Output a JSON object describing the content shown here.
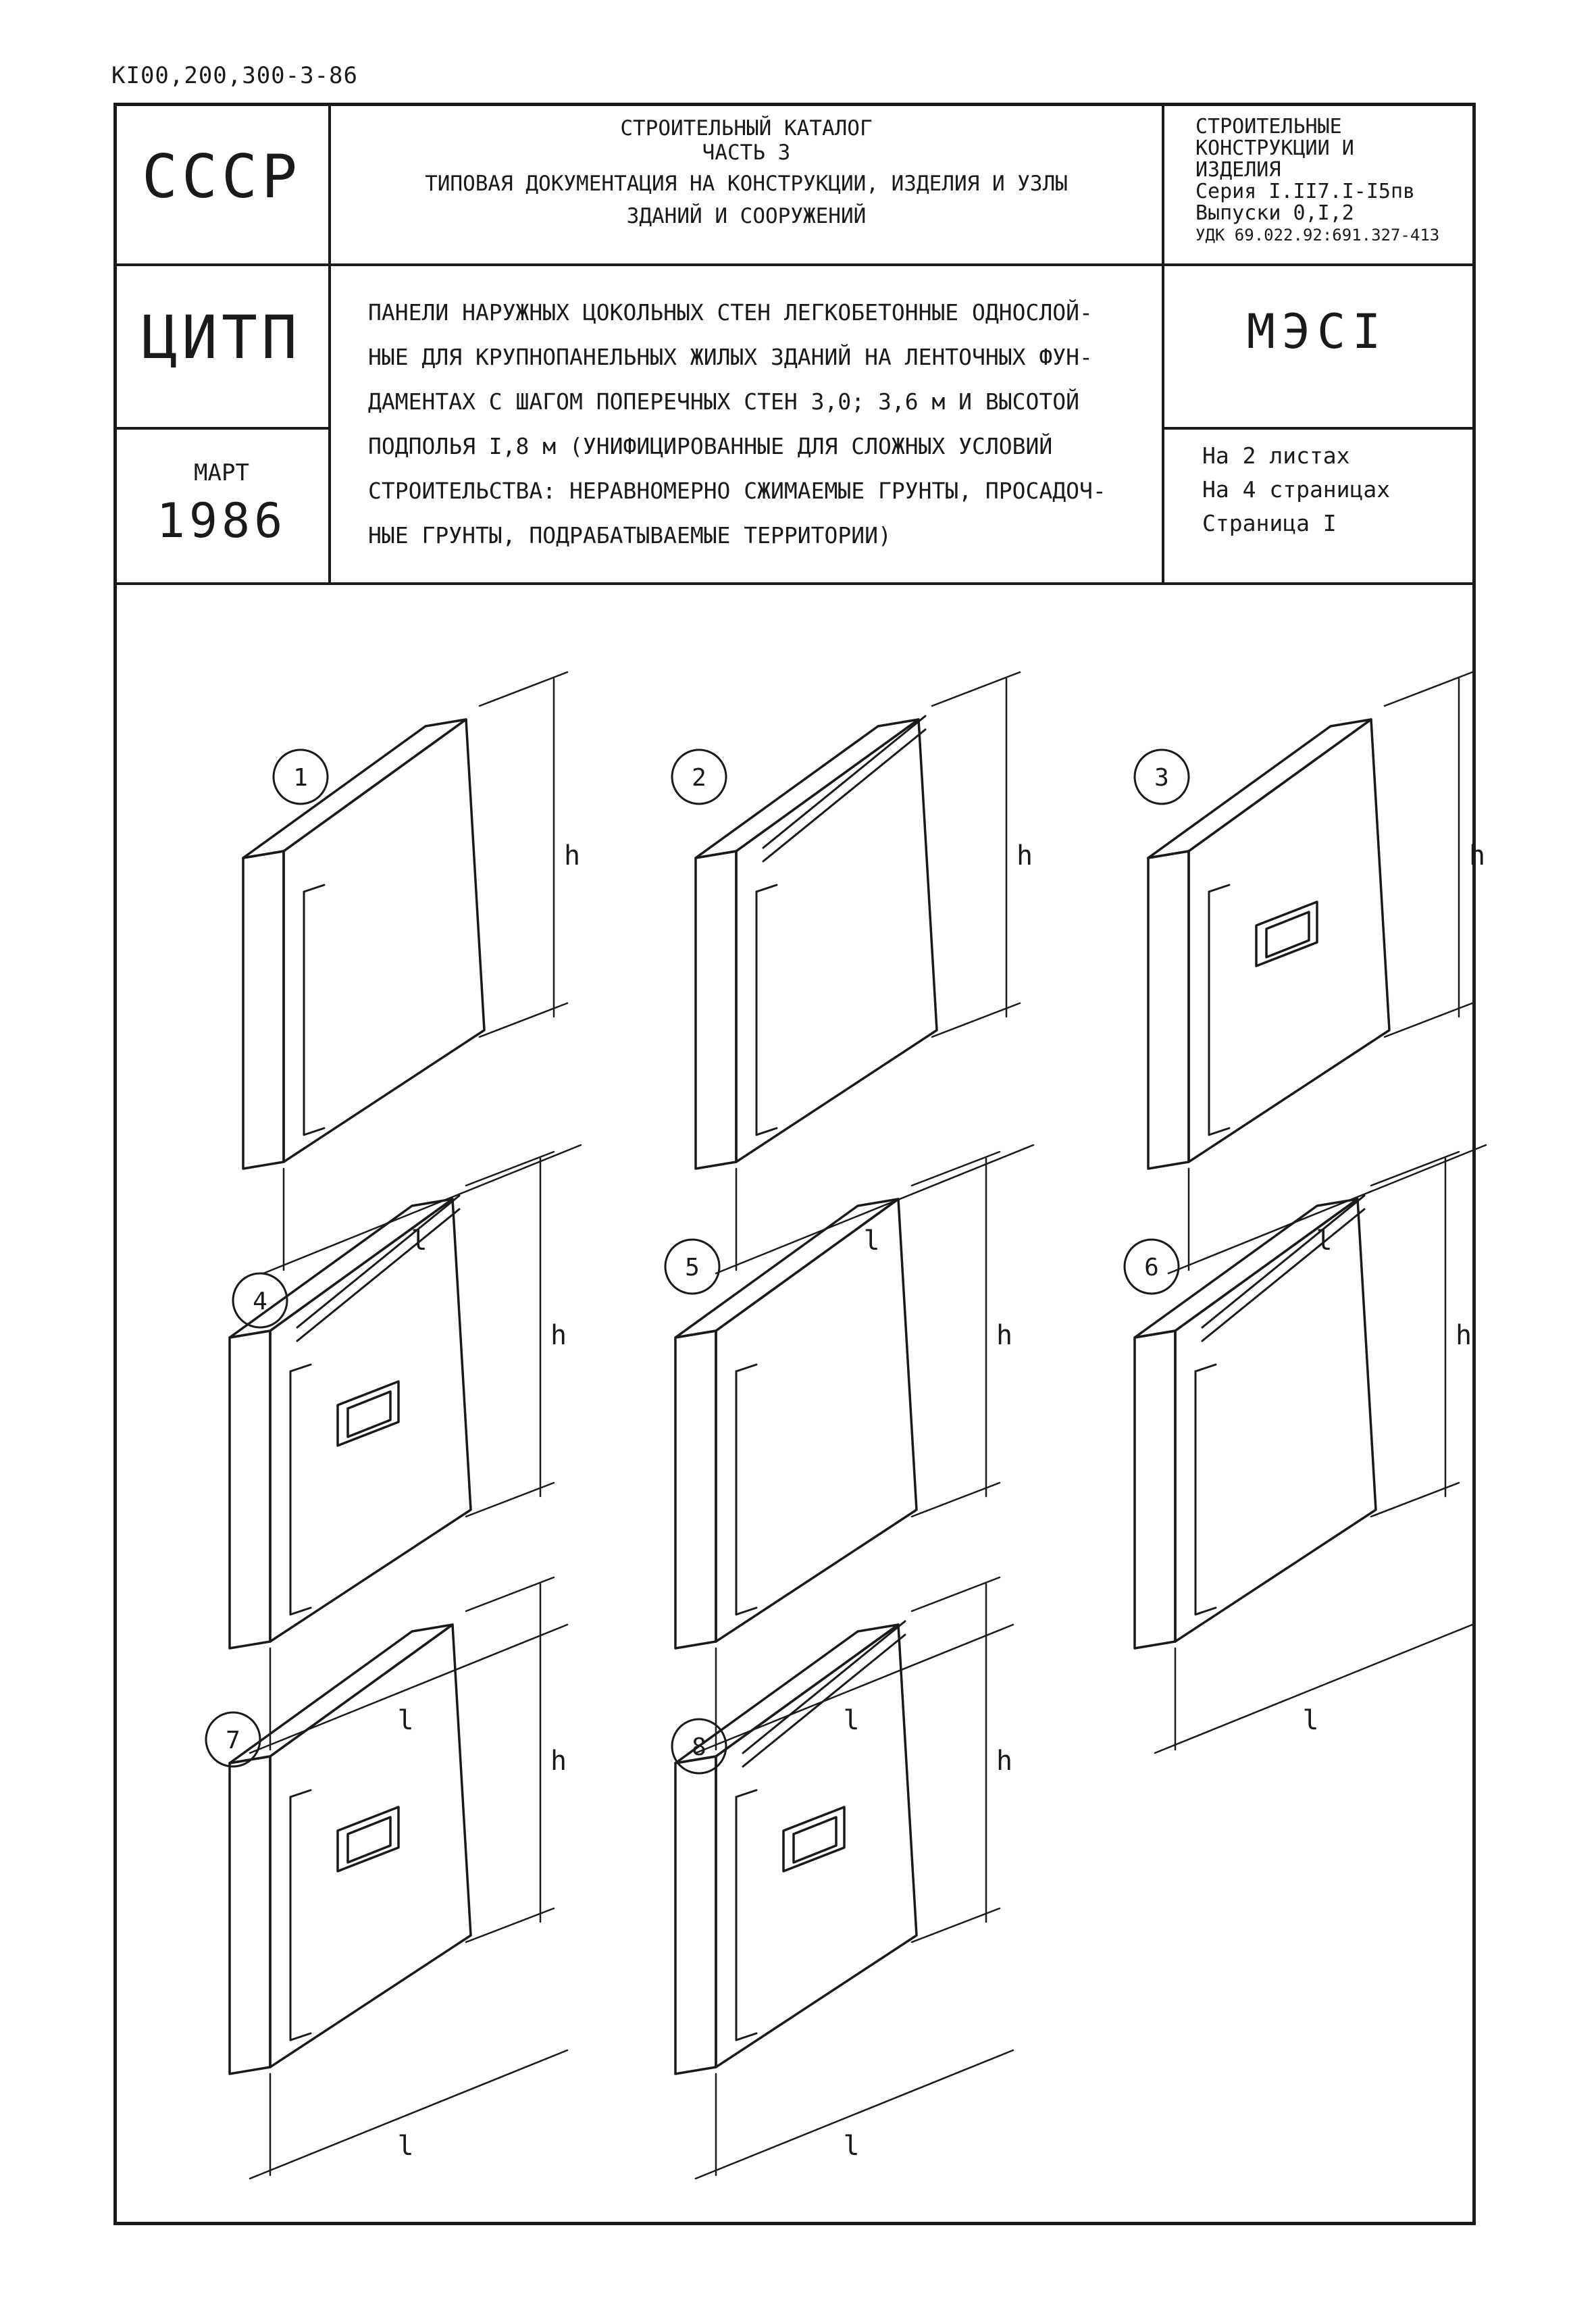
{
  "header": {
    "code": "KI00,200,300-3-86",
    "country": "СССР",
    "org": "ЦИТП",
    "month": "МАРТ",
    "year": "1986",
    "catalog": [
      "СТРОИТЕЛЬНЫЙ КАТАЛОГ",
      "ЧАСТЬ 3",
      "ТИПОВАЯ ДОКУМЕНТАЦИЯ НА КОНСТРУКЦИИ, ИЗДЕЛИЯ И УЗЛЫ",
      "ЗДАНИЙ И СООРУЖЕНИЙ"
    ],
    "section": [
      "СТРОИТЕЛЬНЫЕ",
      "КОНСТРУКЦИИ И",
      "ИЗДЕЛИЯ",
      "Серия I.II7.I-I5пв",
      "Выпуски 0,I,2",
      "УДК 69.022.92:691.327-413"
    ],
    "mark": "МЭСI",
    "sheets": [
      "На 2 листах",
      "На 4 страницах",
      "Страница I"
    ],
    "description": [
      "ПАНЕЛИ НАРУЖНЫХ ЦОКОЛЬНЫХ СТЕН ЛЕГКОБЕТОННЫЕ ОДНОСЛОЙ-",
      "НЫЕ ДЛЯ КРУПНОПАНЕЛЬНЫХ ЖИЛЫХ ЗДАНИЙ НА ЛЕНТОЧНЫХ ФУН-",
      "ДАМЕНТАХ С ШАГОМ ПОПЕРЕЧНЫХ СТЕН 3,0; 3,6 м И ВЫСОТОЙ",
      "ПОДПОЛЬЯ I,8 м (УНИФИЦИРОВАННЫЕ ДЛЯ СЛОЖНЫХ УСЛОВИЙ",
      "СТРОИТЕЛЬСТВА: НЕРАВНОМЕРНО СЖИМАЕМЫЕ ГРУНТЫ, ПРОСАДОЧ-",
      "НЫЕ ГРУНТЫ, ПОДРАБАТЫВАЕМЫЕ ТЕРРИТОРИИ)"
    ]
  },
  "panels": [
    {
      "number": "1",
      "h_label": "h",
      "l_label": "l"
    },
    {
      "number": "2",
      "h_label": "h",
      "l_label": "l"
    },
    {
      "number": "3",
      "h_label": "h",
      "l_label": "l"
    },
    {
      "number": "4",
      "h_label": "h",
      "l_label": "l"
    },
    {
      "number": "5",
      "h_label": "h",
      "l_label": "l"
    },
    {
      "number": "6",
      "h_label": "h",
      "l_label": "l"
    },
    {
      "number": "7",
      "h_label": "h",
      "l_label": "l"
    },
    {
      "number": "8",
      "h_label": "h",
      "l_label": "l"
    }
  ]
}
